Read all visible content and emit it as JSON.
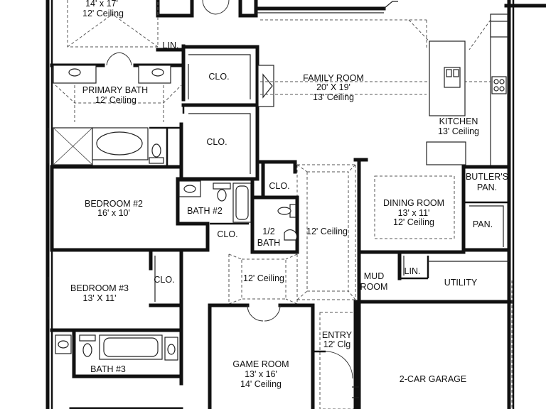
{
  "rooms": {
    "master_bedroom": {
      "dims": "14' x 17'",
      "ceiling": "12' Ceiling"
    },
    "linen_primary": "LIN.",
    "primary_bath": {
      "name": "PRIMARY BATH",
      "ceiling": "12' Ceiling"
    },
    "closet_upper": "CLO.",
    "closet_lower": "CLO.",
    "family_room": {
      "name": "FAMILY ROOM",
      "dims": "20' X 19'",
      "ceiling": "13' Ceiling"
    },
    "kitchen": {
      "name": "KITCHEN",
      "ceiling": "13' Ceiling"
    },
    "butlers_pantry": {
      "line1": "BUTLER'S",
      "line2": "PAN."
    },
    "pantry": "PAN.",
    "dining_room": {
      "name": "DINING ROOM",
      "dims": "13' x 11'",
      "ceiling": "12' Ceiling"
    },
    "bedroom2": {
      "name": "BEDROOM #2",
      "dims": "16' x 10'"
    },
    "bath2": "BATH #2",
    "closet_bath2": "CLO.",
    "closet_hall": "CLO.",
    "half_bath": {
      "line1": "1/2",
      "line2": "BATH"
    },
    "gallery": {
      "ceiling": "12' Ceiling"
    },
    "hall": {
      "ceiling": "12' Ceiling"
    },
    "bedroom3": {
      "name": "BEDROOM #3",
      "dims": "13' X 11'"
    },
    "closet_bed3": "CLO.",
    "bath3": "BATH #3",
    "mud_room": {
      "line1": "MUD",
      "line2": "ROOM"
    },
    "linen_utility": "LIN.",
    "utility": "UTILITY",
    "entry": {
      "name": "ENTRY",
      "ceiling": "12' Clg"
    },
    "game_room": {
      "name": "GAME ROOM",
      "dims": "13' x 16'",
      "ceiling": "14' Ceiling"
    },
    "garage": "2-CAR GARAGE"
  }
}
